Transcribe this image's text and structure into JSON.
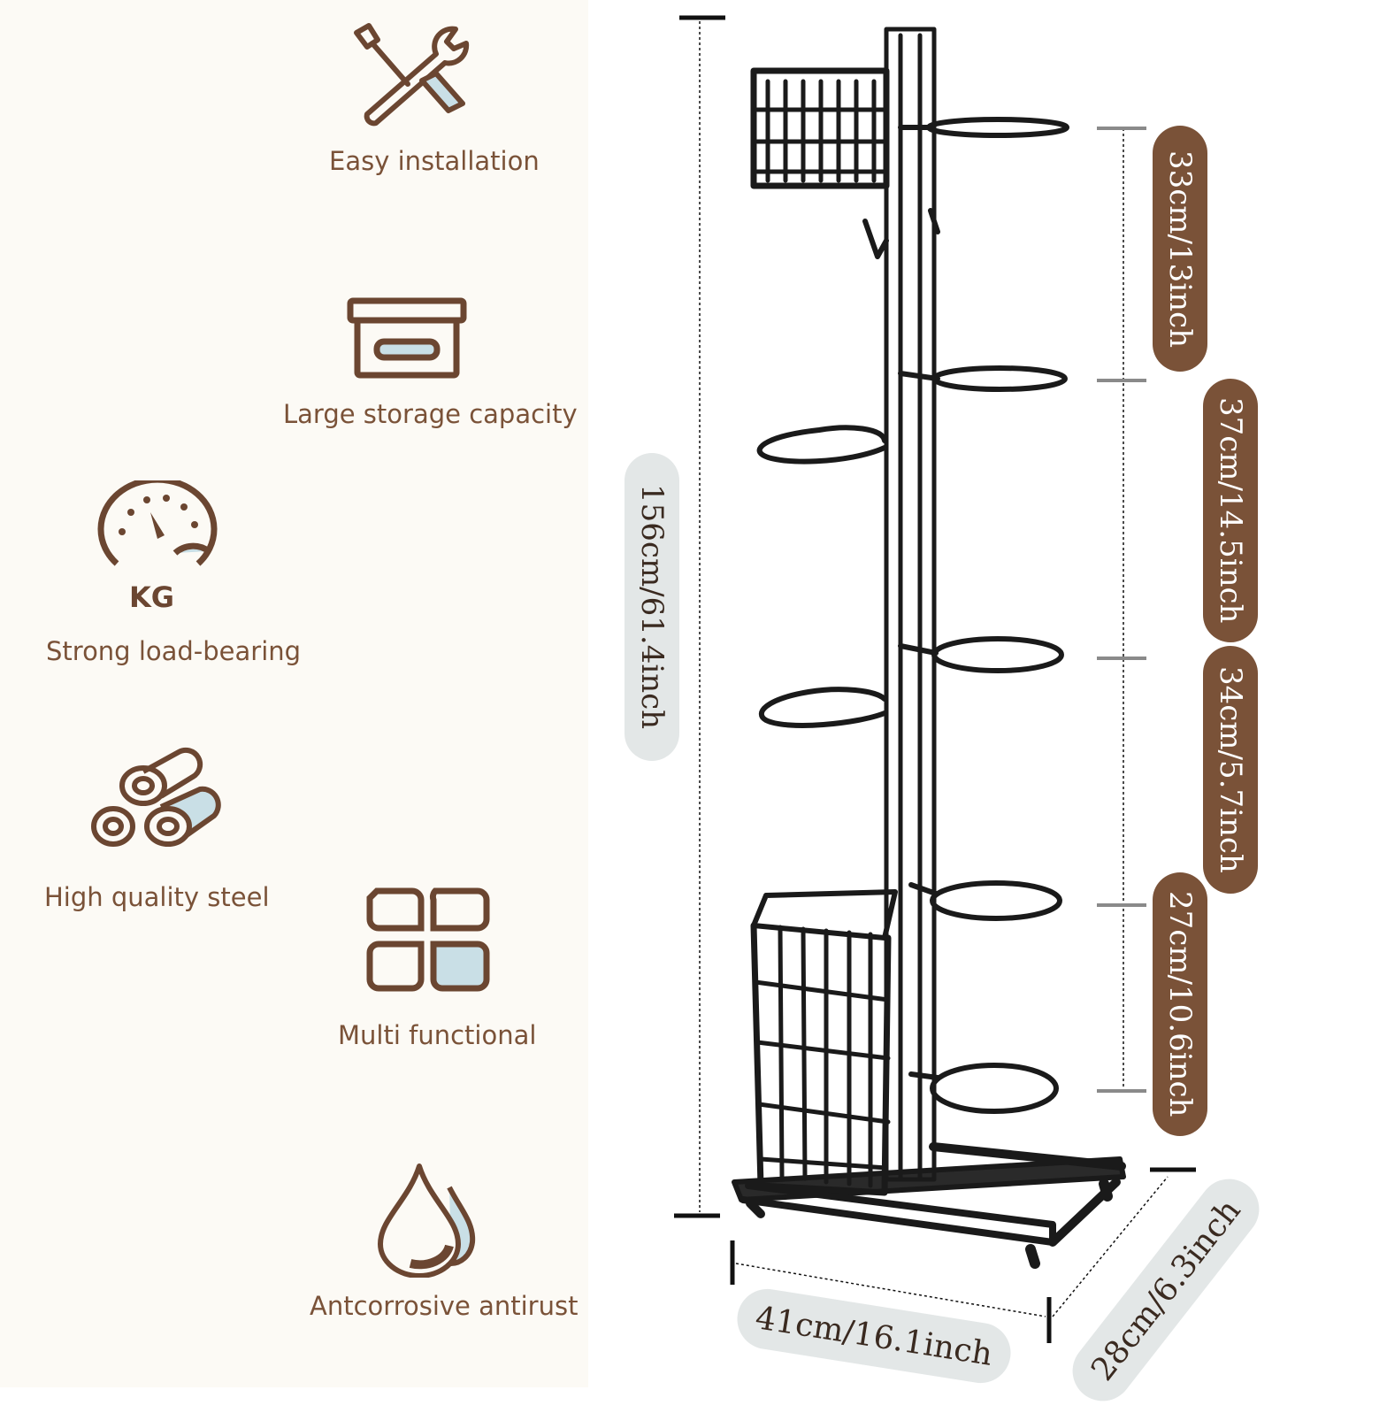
{
  "features": [
    {
      "label": "Easy installation",
      "icon": "tools-icon"
    },
    {
      "label": "Large storage capacity",
      "icon": "storage-box-icon"
    },
    {
      "label": "Strong load-bearing",
      "icon": "gauge-icon",
      "icon_text": "KG"
    },
    {
      "label": "High quality steel",
      "icon": "steel-pipes-icon"
    },
    {
      "label": "Multi functional",
      "icon": "grid-squares-icon"
    },
    {
      "label": "Antcorrosive antirust",
      "icon": "water-drop-icon"
    }
  ],
  "dimensions": {
    "height": "156cm/61.4inch",
    "segment_1": "33cm/13inch",
    "segment_2": "37cm/14.5inch",
    "segment_3": "34cm/5.7inch",
    "segment_4": "27cm/10.6inch",
    "width": "41cm/16.1inch",
    "depth": "28cm/6.3inch"
  },
  "colors": {
    "accent_brown": "#7a5238",
    "label_grey": "#e3e7e7",
    "panel_bg": "#fcfaf5",
    "rack_black": "#1a1a1a"
  }
}
